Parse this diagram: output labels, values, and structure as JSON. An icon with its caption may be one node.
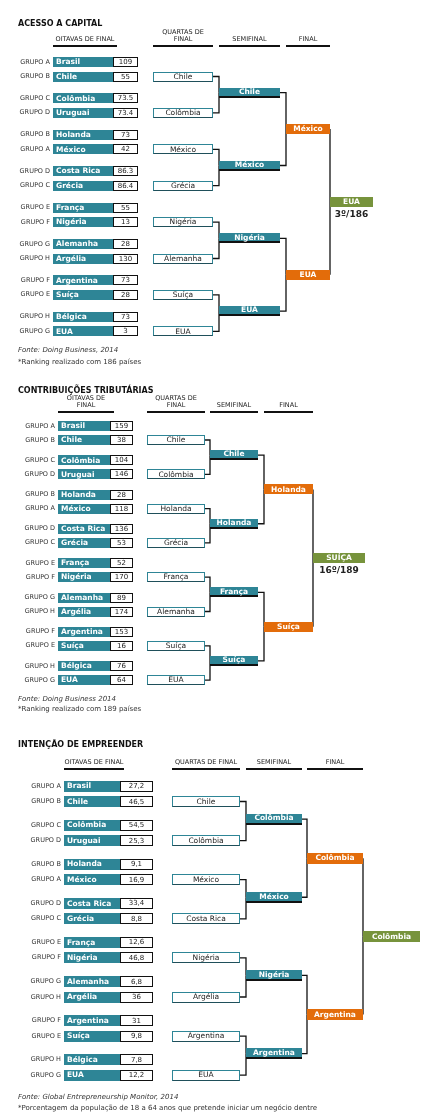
{
  "diagram": {
    "nodes": [
      {
        "text": [
          "Brasil",
          "109"
        ],
        "beside": [
          "GRUPO A"
        ]
      },
      {
        "text": [
          "Chile",
          "55"
        ],
        "beside": [
          "GRUPO B"
        ]
      },
      {
        "text": [
          "Colômbia",
          "73.5"
        ],
        "beside": [
          "GRUPO C"
        ]
      },
      {
        "text": [
          "Uruguai",
          "73.4"
        ],
        "beside": [
          "GRUPO D"
        ]
      },
      {
        "text": [
          "Holanda",
          "73"
        ],
        "beside": [
          "GRUPO B"
        ]
      },
      {
        "text": [
          "México",
          "42"
        ],
        "beside": [
          "GRUPO A"
        ]
      },
      {
        "text": [
          "Costa Rica",
          "86.3"
        ],
        "beside": [
          "GRUPO D"
        ]
      },
      {
        "text": [
          "Grécia",
          "86.4"
        ],
        "beside": [
          "GRUPO C"
        ]
      },
      {
        "text": [
          "França",
          "55"
        ],
        "beside": [
          "GRUPO E"
        ]
      },
      {
        "text": [
          "Nigéria",
          "13"
        ],
        "beside": [
          "GRUPO F"
        ]
      },
      {
        "text": [
          "Alemanha",
          "28"
        ],
        "beside": [
          "GRUPO G"
        ]
      },
      {
        "text": [
          "Argélia",
          "130"
        ],
        "beside": [
          "GRUPO H"
        ]
      },
      {
        "text": [
          "Argentina",
          "73"
        ],
        "beside": [
          "GRUPO F"
        ]
      },
      {
        "text": [
          "Suíça",
          "28"
        ],
        "beside": [
          "GRUPO E"
        ]
      },
      {
        "text": [
          "Bélgica",
          "73"
        ],
        "beside": [
          "GRUPO H"
        ]
      },
      {
        "text": [
          "EUA",
          "3"
        ],
        "beside": [
          "GRUPO G"
        ]
      },
      {
        "text": [
          "Chile"
        ]
      },
      {
        "text": [
          "Colômbia"
        ]
      },
      {
        "text": [
          "México"
        ]
      },
      {
        "text": [
          "Grécia"
        ]
      },
      {
        "text": [
          "Nigéria"
        ]
      },
      {
        "text": [
          "Alemanha"
        ]
      },
      {
        "text": [
          "Suíça"
        ]
      },
      {
        "text": [
          "EUA"
        ]
      },
      {
        "text": [
          "Chile"
        ]
      },
      {
        "text": [
          "México"
        ]
      },
      {
        "text": [
          "Nigéria"
        ]
      },
      {
        "text": [
          "EUA"
        ]
      },
      {
        "text": [
          "México"
        ]
      },
      {
        "text": [
          "EUA"
        ]
      },
      {
        "text": [
          "EUA"
        ],
        "beside": [
          "3º/186"
        ]
      },
      {
        "text": [
          "Brasil",
          "159"
        ],
        "beside": [
          "GRUPO A"
        ]
      },
      {
        "text": [
          "Chile",
          "38"
        ],
        "beside": [
          "GRUPO B"
        ]
      },
      {
        "text": [
          "Colômbia",
          "104"
        ],
        "beside": [
          "GRUPO C"
        ]
      },
      {
        "text": [
          "Uruguai",
          "146"
        ],
        "beside": [
          "GRUPO D"
        ]
      },
      {
        "text": [
          "Holanda",
          "28"
        ],
        "beside": [
          "GRUPO B"
        ]
      },
      {
        "text": [
          "México",
          "118"
        ],
        "beside": [
          "GRUPO A"
        ]
      },
      {
        "text": [
          "Costa Rica",
          "136"
        ],
        "beside": [
          "GRUPO D"
        ]
      },
      {
        "text": [
          "Grécia",
          "53"
        ],
        "beside": [
          "GRUPO C"
        ]
      },
      {
        "text": [
          "França",
          "52"
        ],
        "beside": [
          "GRUPO E"
        ]
      },
      {
        "text": [
          "Nigéria",
          "170"
        ],
        "beside": [
          "GRUPO F"
        ]
      },
      {
        "text": [
          "Alemanha",
          "89"
        ],
        "beside": [
          "GRUPO G"
        ]
      },
      {
        "text": [
          "Argélia",
          "174"
        ],
        "beside": [
          "GRUPO H"
        ]
      },
      {
        "text": [
          "Argentina",
          "153"
        ],
        "beside": [
          "GRUPO F"
        ]
      },
      {
        "text": [
          "Suíça",
          "16"
        ],
        "beside": [
          "GRUPO E"
        ]
      },
      {
        "text": [
          "Bélgica",
          "76"
        ],
        "beside": [
          "GRUPO H"
        ]
      },
      {
        "text": [
          "EUA",
          "64"
        ],
        "beside": [
          "GRUPO G"
        ]
      },
      {
        "text": [
          "Chile"
        ]
      },
      {
        "text": [
          "Colômbia"
        ]
      },
      {
        "text": [
          "Holanda"
        ]
      },
      {
        "text": [
          "Grécia"
        ]
      },
      {
        "text": [
          "França"
        ]
      },
      {
        "text": [
          "Alemanha"
        ]
      },
      {
        "text": [
          "Suíça"
        ]
      },
      {
        "text": [
          "EUA"
        ]
      },
      {
        "text": [
          "Chile"
        ]
      },
      {
        "text": [
          "Holanda"
        ]
      },
      {
        "text": [
          "França"
        ]
      },
      {
        "text": [
          "Suíça"
        ]
      },
      {
        "text": [
          "Holanda"
        ]
      },
      {
        "text": [
          "Suíça"
        ]
      },
      {
        "text": [
          "SUÍÇA"
        ],
        "beside": [
          "16º/189"
        ]
      },
      {
        "text": [
          "Brasil",
          "27,2"
        ],
        "beside": [
          "GRUPO A"
        ]
      },
      {
        "text": [
          "Chile",
          "46,5"
        ],
        "beside": [
          "GRUPO B"
        ]
      },
      {
        "text": [
          "Colômbia",
          "54,5"
        ],
        "beside": [
          "GRUPO C"
        ]
      },
      {
        "text": [
          "Uruguai",
          "25,3"
        ],
        "beside": [
          "GRUPO D"
        ]
      },
      {
        "text": [
          "Holanda",
          "9,1"
        ],
        "beside": [
          "GRUPO B"
        ]
      },
      {
        "text": [
          "México",
          "16,9"
        ],
        "beside": [
          "GRUPO A"
        ]
      },
      {
        "text": [
          "Costa Rica",
          "33,4"
        ],
        "beside": [
          "GRUPO D"
        ]
      },
      {
        "text": [
          "Grécia",
          "8,8"
        ],
        "beside": [
          "GRUPO C"
        ]
      },
      {
        "text": [
          "França",
          "12,6"
        ],
        "beside": [
          "GRUPO E"
        ]
      },
      {
        "text": [
          "Nigéria",
          "46,8"
        ],
        "beside": [
          "GRUPO F"
        ]
      },
      {
        "text": [
          "Alemanha",
          "6,8"
        ],
        "beside": [
          "GRUPO G"
        ]
      },
      {
        "text": [
          "Argélia",
          "36"
        ],
        "beside": [
          "GRUPO H"
        ]
      },
      {
        "text": [
          "Argentina",
          "31"
        ],
        "beside": [
          "GRUPO F"
        ]
      },
      {
        "text": [
          "Suíça",
          "9,8"
        ],
        "beside": [
          "GRUPO E"
        ]
      },
      {
        "text": [
          "Bélgica",
          "7,8"
        ],
        "beside": [
          "GRUPO H"
        ]
      },
      {
        "text": [
          "EUA",
          "12,2"
        ],
        "beside": [
          "GRUPO G"
        ]
      },
      {
        "text": [
          "Chile"
        ]
      },
      {
        "text": [
          "Colômbia"
        ]
      },
      {
        "text": [
          "México"
        ]
      },
      {
        "text": [
          "Costa Rica"
        ]
      },
      {
        "text": [
          "Nigéria"
        ]
      },
      {
        "text": [
          "Argélia"
        ]
      },
      {
        "text": [
          "Argentina"
        ]
      },
      {
        "text": [
          "EUA"
        ]
      },
      {
        "text": [
          "Colômbia"
        ]
      },
      {
        "text": [
          "México"
        ]
      },
      {
        "text": [
          "Nigéria"
        ]
      },
      {
        "text": [
          "Argentina"
        ]
      },
      {
        "text": [
          "Colômbia"
        ]
      },
      {
        "text": [
          "Argentina"
        ]
      },
      {
        "text": [
          "Colômbia"
        ]
      }
    ],
    "edges": [
      {
        "from": 16,
        "to": 24,
        "arrow": "none"
      },
      {
        "from": 17,
        "to": 24,
        "arrow": "none"
      },
      {
        "from": 18,
        "to": 25,
        "arrow": "none"
      },
      {
        "from": 19,
        "to": 25,
        "arrow": "none"
      },
      {
        "from": 20,
        "to": 26,
        "arrow": "none"
      },
      {
        "from": 21,
        "to": 26,
        "arrow": "none"
      },
      {
        "from": 22,
        "to": 27,
        "arrow": "none"
      },
      {
        "from": 23,
        "to": 27,
        "arrow": "none"
      },
      {
        "from": 24,
        "to": 28,
        "arrow": "none"
      },
      {
        "from": 25,
        "to": 28,
        "arrow": "none"
      },
      {
        "from": 26,
        "to": 29,
        "arrow": "none"
      },
      {
        "from": 27,
        "to": 29,
        "arrow": "none"
      },
      {
        "from": 28,
        "to": 30,
        "arrow": "none"
      },
      {
        "from": 29,
        "to": 30,
        "arrow": "none"
      },
      {
        "from": 47,
        "to": 55,
        "arrow": "none"
      },
      {
        "from": 48,
        "to": 55,
        "arrow": "none"
      },
      {
        "from": 49,
        "to": 56,
        "arrow": "none"
      },
      {
        "from": 50,
        "to": 56,
        "arrow": "none"
      },
      {
        "from": 51,
        "to": 57,
        "arrow": "none"
      },
      {
        "from": 52,
        "to": 57,
        "arrow": "none"
      },
      {
        "from": 53,
        "to": 58,
        "arrow": "none"
      },
      {
        "from": 54,
        "to": 58,
        "arrow": "none"
      },
      {
        "from": 55,
        "to": 59,
        "arrow": "none"
      },
      {
        "from": 56,
        "to": 59,
        "arrow": "none"
      },
      {
        "from": 57,
        "to": 60,
        "arrow": "none"
      },
      {
        "from": 58,
        "to": 60,
        "arrow": "none"
      },
      {
        "from": 59,
        "to": 61,
        "arrow": "none"
      },
      {
        "from": 60,
        "to": 61,
        "arrow": "none"
      },
      {
        "from": 78,
        "to": 86,
        "arrow": "none"
      },
      {
        "from": 79,
        "to": 86,
        "arrow": "none"
      },
      {
        "from": 80,
        "to": 87,
        "arrow": "none"
      },
      {
        "from": 81,
        "to": 87,
        "arrow": "none"
      },
      {
        "from": 82,
        "to": 88,
        "arrow": "none"
      },
      {
        "from": 83,
        "to": 88,
        "arrow": "none"
      },
      {
        "from": 84,
        "to": 89,
        "arrow": "none"
      },
      {
        "from": 85,
        "to": 89,
        "arrow": "none"
      },
      {
        "from": 86,
        "to": 90,
        "arrow": "none"
      },
      {
        "from": 87,
        "to": 90,
        "arrow": "none"
      },
      {
        "from": 88,
        "to": 91,
        "arrow": "none"
      },
      {
        "from": 89,
        "to": 91,
        "arrow": "none"
      },
      {
        "from": 90,
        "to": 92,
        "arrow": "none"
      },
      {
        "from": 91,
        "to": 92,
        "arrow": "none"
      }
    ],
    "labels": [
      "ACESSO A CAPITAL",
      "OITAVAS DE FINAL",
      "QUARTAS DE FINAL",
      "SEMIFINAL",
      "FINAL",
      "Fonte: Doing Business, 2014",
      "*Ranking realizado com 186 países",
      "CONTRIBUIÇÕES TRIBUTÁRIAS",
      "OITAVAS DE FINAL",
      "QUARTAS DE FINAL",
      "SEMIFINAL",
      "FINAL",
      "Fonte: Doing Business 2014",
      "*Ranking realizado com 189 países",
      "INTENÇÃO DE EMPREENDER",
      "OITAVAS DE FINAL",
      "QUARTAS DE FINAL",
      "SEMIFINAL",
      "FINAL",
      "Fonte: Global Entrepreneurship Monitor, 2014",
      "*Porcentagem da população de 18 a 64 anos que pretende iniciar um negócio dentre"
    ]
  }
}
